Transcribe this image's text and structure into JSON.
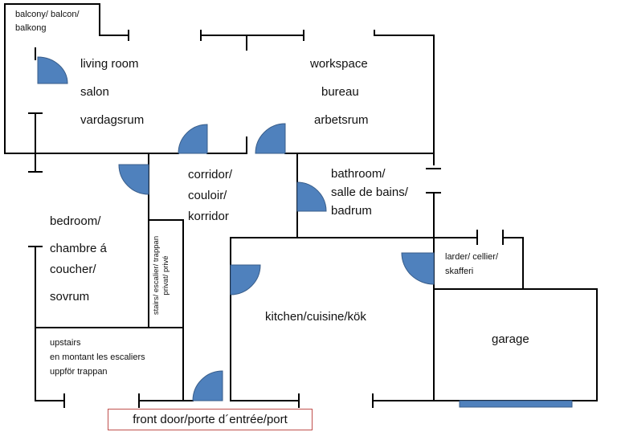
{
  "colors": {
    "wall": "#000000",
    "door": "#4f81bd",
    "door_stroke": "#385d8a",
    "highlight": "#c0504d"
  },
  "rooms": {
    "balcony": [
      "balcony/ balcon/",
      "balkong"
    ],
    "living_room": [
      "living room",
      "salon",
      "vardagsrum"
    ],
    "workspace": [
      "workspace",
      "bureau",
      "arbetsrum"
    ],
    "corridor": [
      "corridor/",
      "couloir/",
      "korridor"
    ],
    "bathroom": [
      "bathroom/",
      "salle de bains/",
      "badrum"
    ],
    "bedroom": [
      "bedroom/",
      "chambre á",
      "coucher/",
      "sovrum"
    ],
    "stairs": [
      "stairs/ escalier/ trappan",
      "privat/ privé"
    ],
    "larder": [
      "larder/ cellier/",
      "skafferi"
    ],
    "kitchen": "kitchen/cuisine/kök",
    "upstairs": [
      "upstairs",
      "en montant les escaliers",
      "uppför trappan"
    ],
    "garage": "garage"
  },
  "front_door": "front door/porte d´entrée/port"
}
